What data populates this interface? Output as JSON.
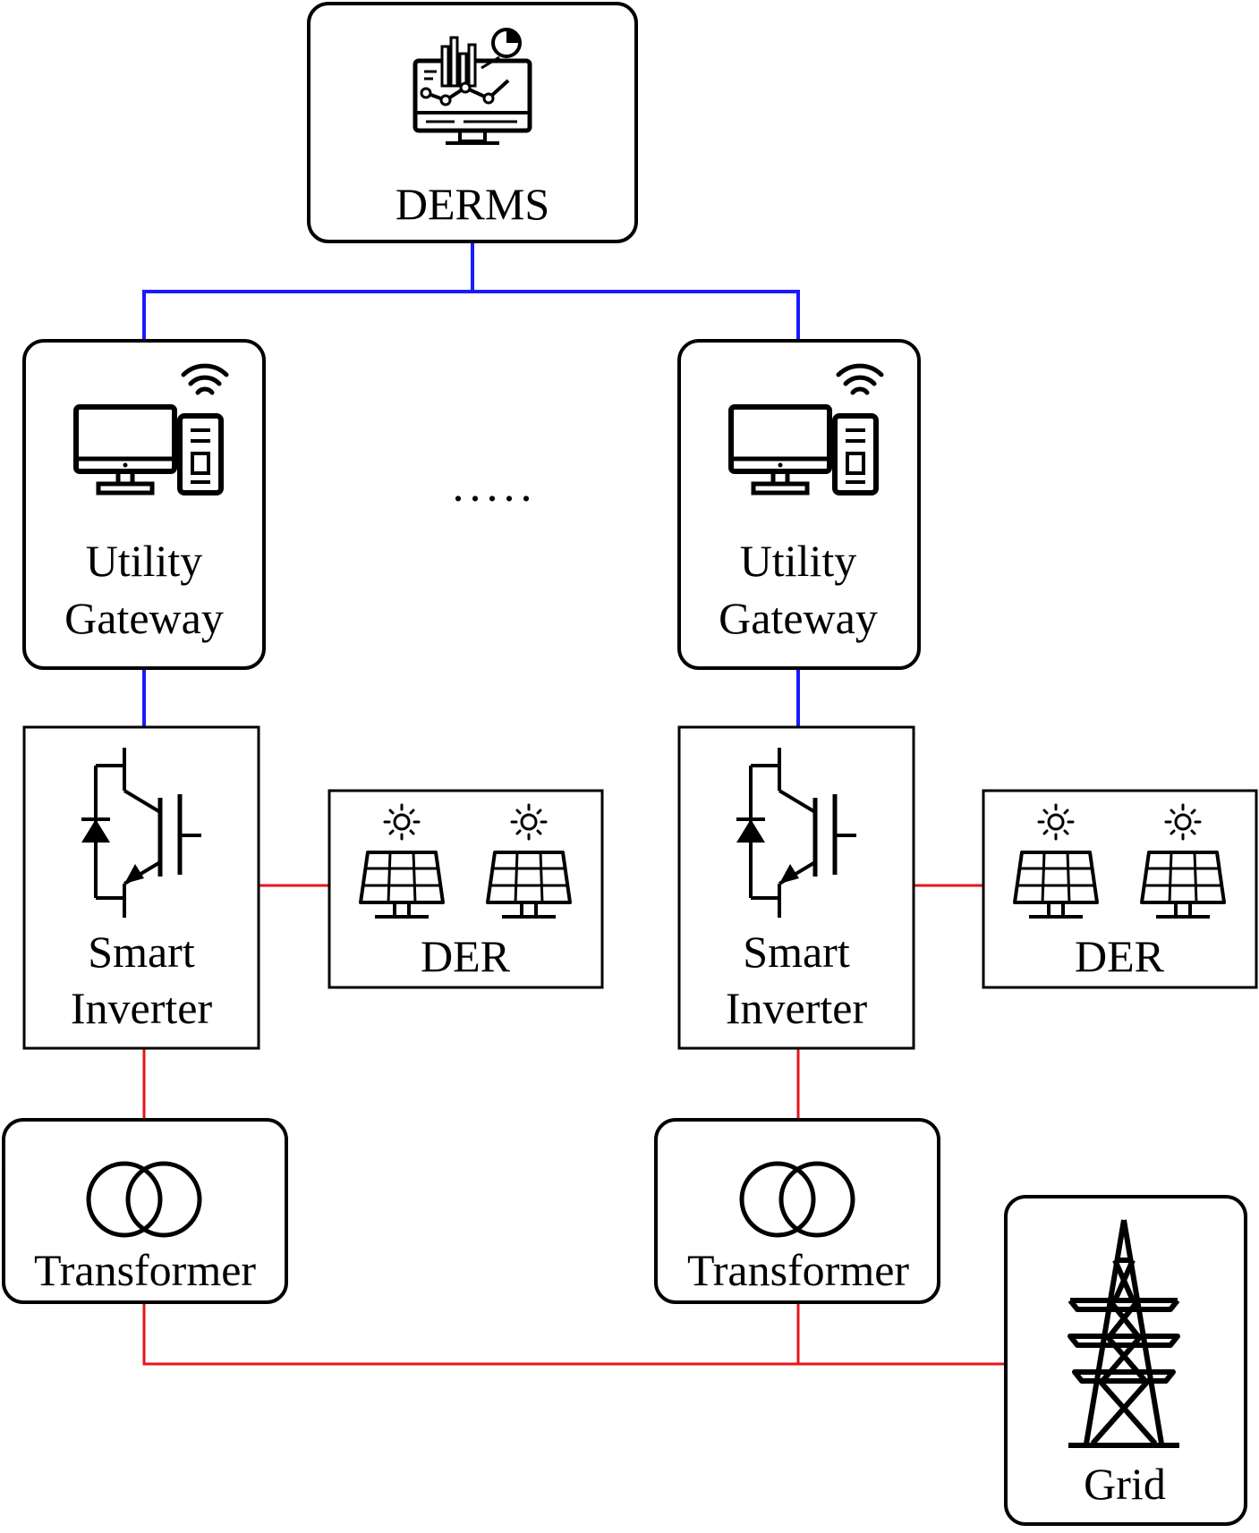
{
  "nodes": {
    "derms": {
      "label": "DERMS",
      "icon": "analytics-monitor-icon"
    },
    "gateway_left": {
      "label_line1": "Utility",
      "label_line2": "Gateway",
      "icon": "computer-wifi-icon"
    },
    "gateway_right": {
      "label_line1": "Utility",
      "label_line2": "Gateway",
      "icon": "computer-wifi-icon"
    },
    "inverter_left": {
      "label_line1": "Smart",
      "label_line2": "Inverter",
      "icon": "igbt-icon"
    },
    "inverter_right": {
      "label_line1": "Smart",
      "label_line2": "Inverter",
      "icon": "igbt-icon"
    },
    "der_left": {
      "label": "DER",
      "icon": "solar-panel-icon"
    },
    "der_right": {
      "label": "DER",
      "icon": "solar-panel-icon"
    },
    "transformer_left": {
      "label": "Transformer",
      "icon": "transformer-icon"
    },
    "transformer_right": {
      "label": "Transformer",
      "icon": "transformer-icon"
    },
    "grid": {
      "label": "Grid",
      "icon": "transmission-tower-icon"
    }
  },
  "ellipsis": ".....",
  "colors": {
    "communication_link": "#1a1aff",
    "power_link": "#e8141b",
    "box_border": "#000000"
  }
}
